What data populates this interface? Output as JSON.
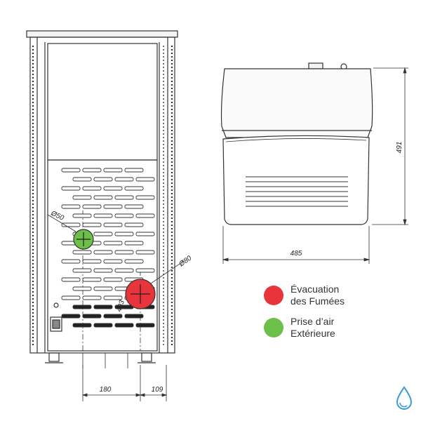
{
  "dimensions": {
    "height": "491",
    "width": "485",
    "left_offset": "180",
    "right_offset": "109",
    "smoke_diameter": "Ø80",
    "air_diameter": "Ø50",
    "smoke_height": "403"
  },
  "legend": [
    {
      "line1": "Évacuation",
      "line2": "des Fumées",
      "color": "#e8343a"
    },
    {
      "line1": "Prise d’air",
      "line2": "Extérieure",
      "color": "#6cc04a"
    }
  ],
  "icons": {
    "brand": "water-drop-icon"
  }
}
